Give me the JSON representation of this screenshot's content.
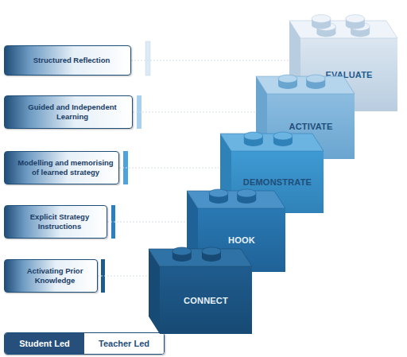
{
  "diagram": {
    "nodes": [
      {
        "text": [
          "Structured Reflection"
        ]
      },
      {
        "text": [
          "Guided and Independent Learning"
        ]
      },
      {
        "text": [
          "Modelling and memorising of learned strategy"
        ]
      },
      {
        "text": [
          "Explicit Strategy Instructions"
        ]
      },
      {
        "text": [
          "Activating Prior Knowledge"
        ]
      },
      {
        "text": [
          "EVALUATE"
        ]
      },
      {
        "text": [
          "ACTIVATE"
        ]
      },
      {
        "text": [
          "DEMONSTRATE"
        ]
      },
      {
        "text": [
          "HOOK"
        ]
      },
      {
        "text": [
          "CONNECT"
        ]
      }
    ],
    "edges": [
      {
        "from": 0,
        "to": 5,
        "arrow": "none"
      },
      {
        "from": 1,
        "to": 6,
        "arrow": "none"
      },
      {
        "from": 2,
        "to": 7,
        "arrow": "none"
      },
      {
        "from": 3,
        "to": 8,
        "arrow": "none"
      },
      {
        "from": 4,
        "to": 9,
        "arrow": "none"
      }
    ],
    "legend": [
      {
        "text": "Student Led",
        "color": "#264f7c"
      },
      {
        "text": "Teacher Led",
        "color": "#ffffff"
      }
    ]
  }
}
